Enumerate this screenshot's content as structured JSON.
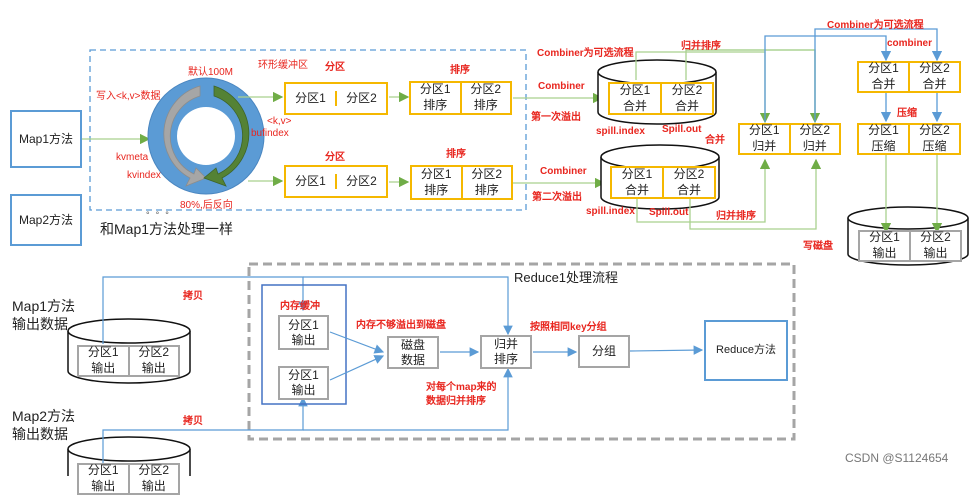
{
  "map_phase": {
    "map1_label": "Map1方法",
    "map2_label": "Map2方法",
    "same_as_map1": "和Map1方法处理一样",
    "ring_buffer": {
      "title": "环形缓冲区",
      "default_size": "默认100M",
      "write_label": "写入<k,v>数据",
      "kv_label": "<k,v>",
      "bufindex_label": "bufindex",
      "kvmeta_label": "kvmeta",
      "kvindex_label": "kvindex",
      "reverse_label": "80%,后反向"
    },
    "partition_label": "分区",
    "sort_label": "排序",
    "partition_cells": [
      "分区1",
      "分区2"
    ],
    "sort_cells": [
      "分区1\n排序",
      "分区2\n排序"
    ],
    "combiner_optional": "Combiner为可选流程",
    "combiner_label": "Combiner",
    "spill_first": "第一次溢出",
    "spill_second": "第二次溢出",
    "combine_cells": [
      "分区1\n合并",
      "分区2\n合并"
    ],
    "spill_index": "spill.index",
    "spill_out": "Spill.out",
    "merge_sort_label": "归并排序",
    "merge_label": "合并",
    "merge_cells": [
      "分区1\n归并",
      "分区2\n归并"
    ],
    "combiner_optional2": "Combiner为可选流程",
    "combiner_lower": "combiner",
    "compress_label": "压缩",
    "combine_cells2": [
      "分区1\n合并",
      "分区2\n合并"
    ],
    "compress_cells": [
      "分区1\n压缩",
      "分区2\n压缩"
    ],
    "write_disk_label": "写磁盘",
    "output_cells": [
      "分区1\n输出",
      "分区2\n输出"
    ]
  },
  "reduce_phase": {
    "title": "Reduce1处理流程",
    "map1_output": "Map1方法\n输出数据",
    "map2_output": "Map2方法\n输出数据",
    "map_output_cells": [
      "分区1\n输出",
      "分区2\n输出"
    ],
    "copy_label": "拷贝",
    "memory_buffer": "内存缓冲",
    "buffer_cells": [
      "分区1\n输出",
      "分区1\n输出"
    ],
    "spill_to_disk": "内存不够溢出到磁盘",
    "disk_data": "磁盘\n数据",
    "merge_sort": "归并\n排序",
    "merge_each_map": "对每个map来的\n数据归并排序",
    "group_by_key": "按照相同key分组",
    "group": "分组",
    "reduce_method": "Reduce方法"
  },
  "watermark": "CSDN @S1124654"
}
